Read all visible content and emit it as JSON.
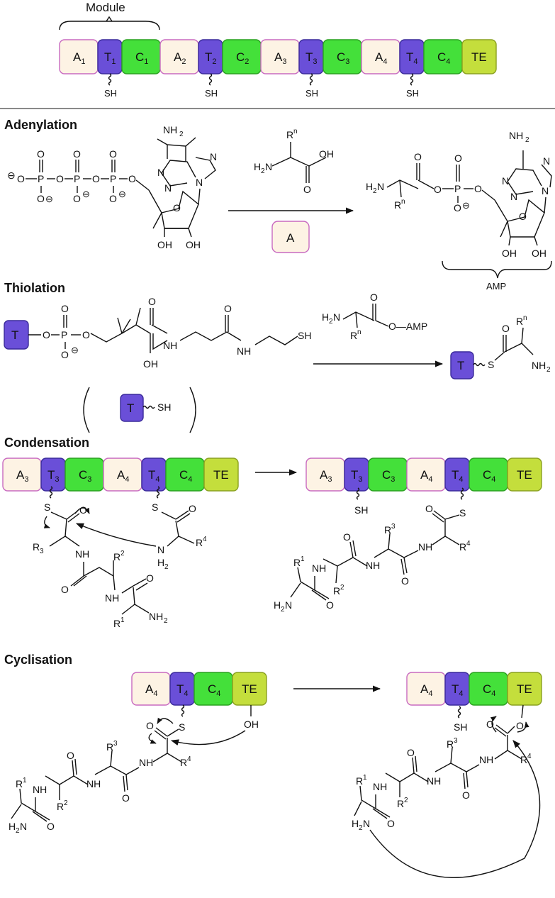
{
  "module_label": "Module",
  "domains": {
    "A": {
      "color": "#fdf3e4",
      "border": "#c86ac0"
    },
    "T": {
      "color": "#6a4fd8",
      "border": "#3a2a9a"
    },
    "C": {
      "color": "#44e03a",
      "border": "#2aa020"
    },
    "TE": {
      "color": "#c4de3c",
      "border": "#8aa020"
    }
  },
  "assembly_line": [
    {
      "type": "A",
      "label": "A",
      "sub": "1"
    },
    {
      "type": "T",
      "label": "T",
      "sub": "1"
    },
    {
      "type": "C",
      "label": "C",
      "sub": "1"
    },
    {
      "type": "A",
      "label": "A",
      "sub": "2"
    },
    {
      "type": "T",
      "label": "T",
      "sub": "2"
    },
    {
      "type": "C",
      "label": "C",
      "sub": "2"
    },
    {
      "type": "A",
      "label": "A",
      "sub": "3"
    },
    {
      "type": "T",
      "label": "T",
      "sub": "3"
    },
    {
      "type": "C",
      "label": "C",
      "sub": "3"
    },
    {
      "type": "A",
      "label": "A",
      "sub": "4"
    },
    {
      "type": "T",
      "label": "T",
      "sub": "4"
    },
    {
      "type": "C",
      "label": "C",
      "sub": "4"
    },
    {
      "type": "TE",
      "label": "TE",
      "sub": ""
    }
  ],
  "sh_label": "SH",
  "sections": {
    "adenylation": "Adenylation",
    "thiolation": "Thiolation",
    "condensation": "Condensation",
    "cyclisation": "Cyclisation"
  },
  "adenylation": {
    "enzyme_label": "A",
    "amp_label": "AMP",
    "nh2": "NH",
    "nh2_sub": "2",
    "h2n": "H",
    "h2n_tail": "N",
    "oh": "OH",
    "o": "O",
    "p": "P",
    "n": "N",
    "rn": "R",
    "rn_sup": "n"
  },
  "thiolation": {
    "t_label": "T",
    "sh": "SH",
    "s": "S",
    "o_amp": "O—AMP",
    "nh": "NH",
    "oh": "OH",
    "nh2": "NH",
    "nh2_sub": "2"
  },
  "condensation": {
    "left_domains": [
      {
        "type": "A",
        "label": "A",
        "sub": "3"
      },
      {
        "type": "T",
        "label": "T",
        "sub": "3"
      },
      {
        "type": "C",
        "label": "C",
        "sub": "3"
      },
      {
        "type": "A",
        "label": "A",
        "sub": "4"
      },
      {
        "type": "T",
        "label": "T",
        "sub": "4"
      },
      {
        "type": "C",
        "label": "C",
        "sub": "4"
      },
      {
        "type": "TE",
        "label": "TE",
        "sub": ""
      }
    ],
    "s": "S",
    "nh": "NH",
    "h": "H",
    "r3": "R",
    "r_sup": [
      "1",
      "2",
      "3",
      "4"
    ]
  },
  "cyclisation": {
    "domains": [
      {
        "type": "A",
        "label": "A",
        "sub": "4"
      },
      {
        "type": "T",
        "label": "T",
        "sub": "4"
      },
      {
        "type": "C",
        "label": "C",
        "sub": "4"
      },
      {
        "type": "TE",
        "label": "TE",
        "sub": ""
      }
    ],
    "oh": "OH",
    "sh": "SH",
    "o": "O"
  }
}
